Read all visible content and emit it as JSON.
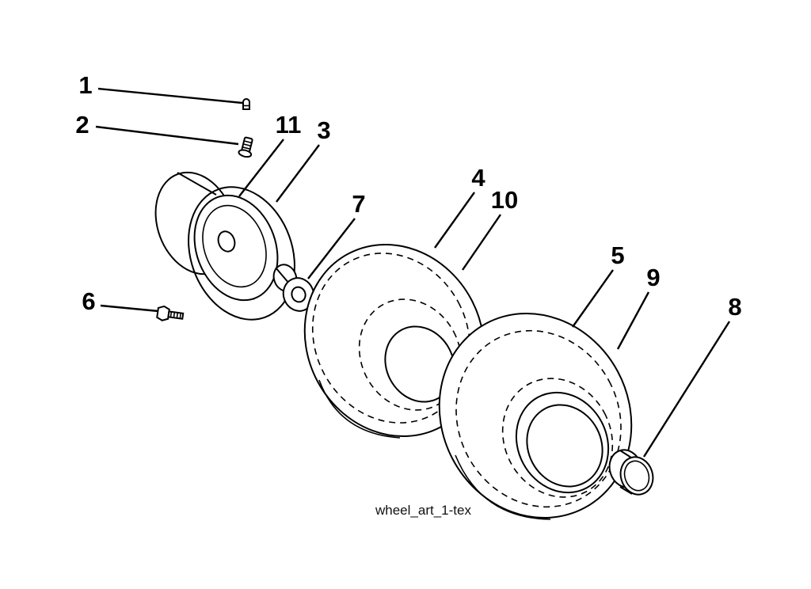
{
  "diagram": {
    "artifact_label": "wheel_art_1-tex",
    "callouts": {
      "n1": "1",
      "n2": "2",
      "n3": "3",
      "n4": "4",
      "n5": "5",
      "n6": "6",
      "n7": "7",
      "n8": "8",
      "n9": "9",
      "n10": "10",
      "n11": "11"
    },
    "colors": {
      "line": "#000000",
      "background": "#ffffff"
    }
  }
}
